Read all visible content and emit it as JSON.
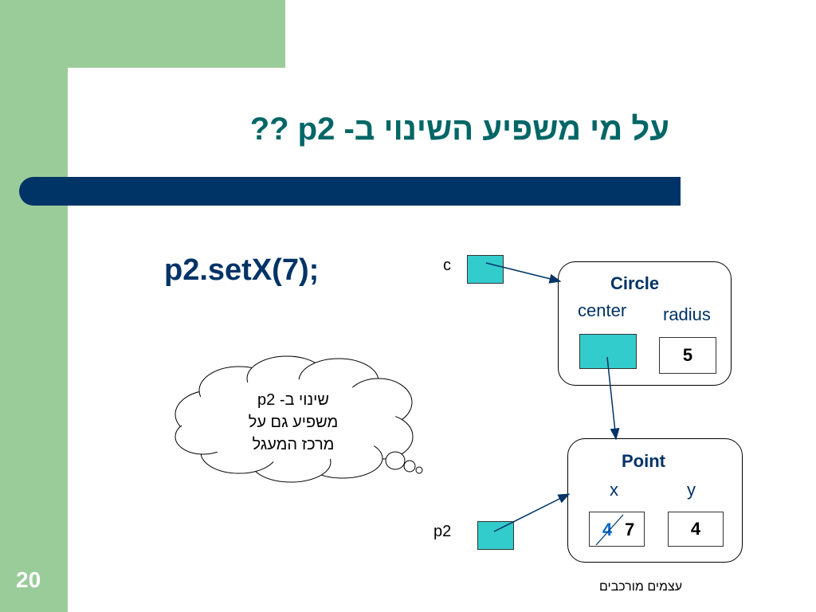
{
  "slide": {
    "title": "על מי משפיע השינוי ב- p2 ??",
    "code_line": "p2.setX(7);",
    "page_number": "20",
    "footer": "עצמים מורכבים"
  },
  "variables": {
    "c_label": "c",
    "p2_label": "p2"
  },
  "circle_object": {
    "title": "Circle",
    "center_label": "center",
    "radius_label": "radius",
    "radius_value": "5"
  },
  "point_object": {
    "title": "Point",
    "x_label": "x",
    "y_label": "y",
    "x_old_value": "4",
    "x_new_value": "7",
    "y_value": "4"
  },
  "thought_cloud": {
    "line1": "שינוי ב- p2",
    "line2": "משפיע גם על",
    "line3": "מרכז המעגל"
  },
  "colors": {
    "green": "#99cc99",
    "navy": "#003366",
    "teal_title": "#006666",
    "ref_fill": "#33cccc",
    "old_value": "#0066cc"
  }
}
